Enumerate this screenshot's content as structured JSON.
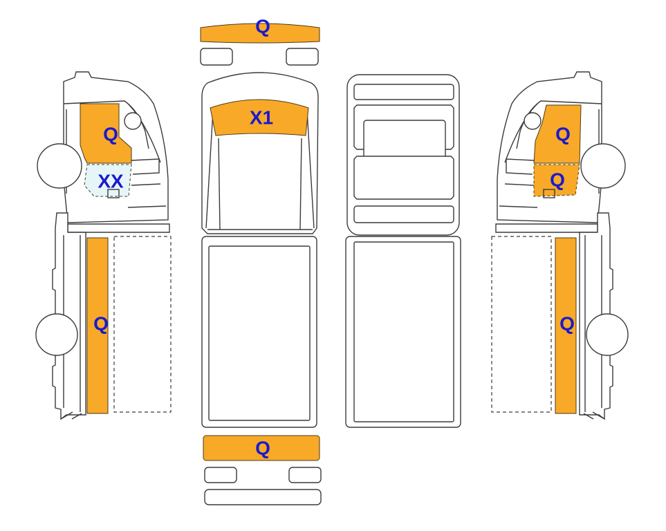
{
  "colors": {
    "damage_fill": "#F8A928",
    "damage_stroke": "#4a3a1a",
    "light_fill": "#E6F6F8",
    "label_color": "#1a1acc",
    "outline": "#3a3a3a"
  },
  "zones": {
    "front_bumper": "Q",
    "hood": "X1",
    "rear_bumper": "Q",
    "left_door": "Q",
    "left_window": "XX",
    "left_side": "Q",
    "right_door_upper": "Q",
    "right_door_lower": "Q",
    "right_side": "Q"
  }
}
